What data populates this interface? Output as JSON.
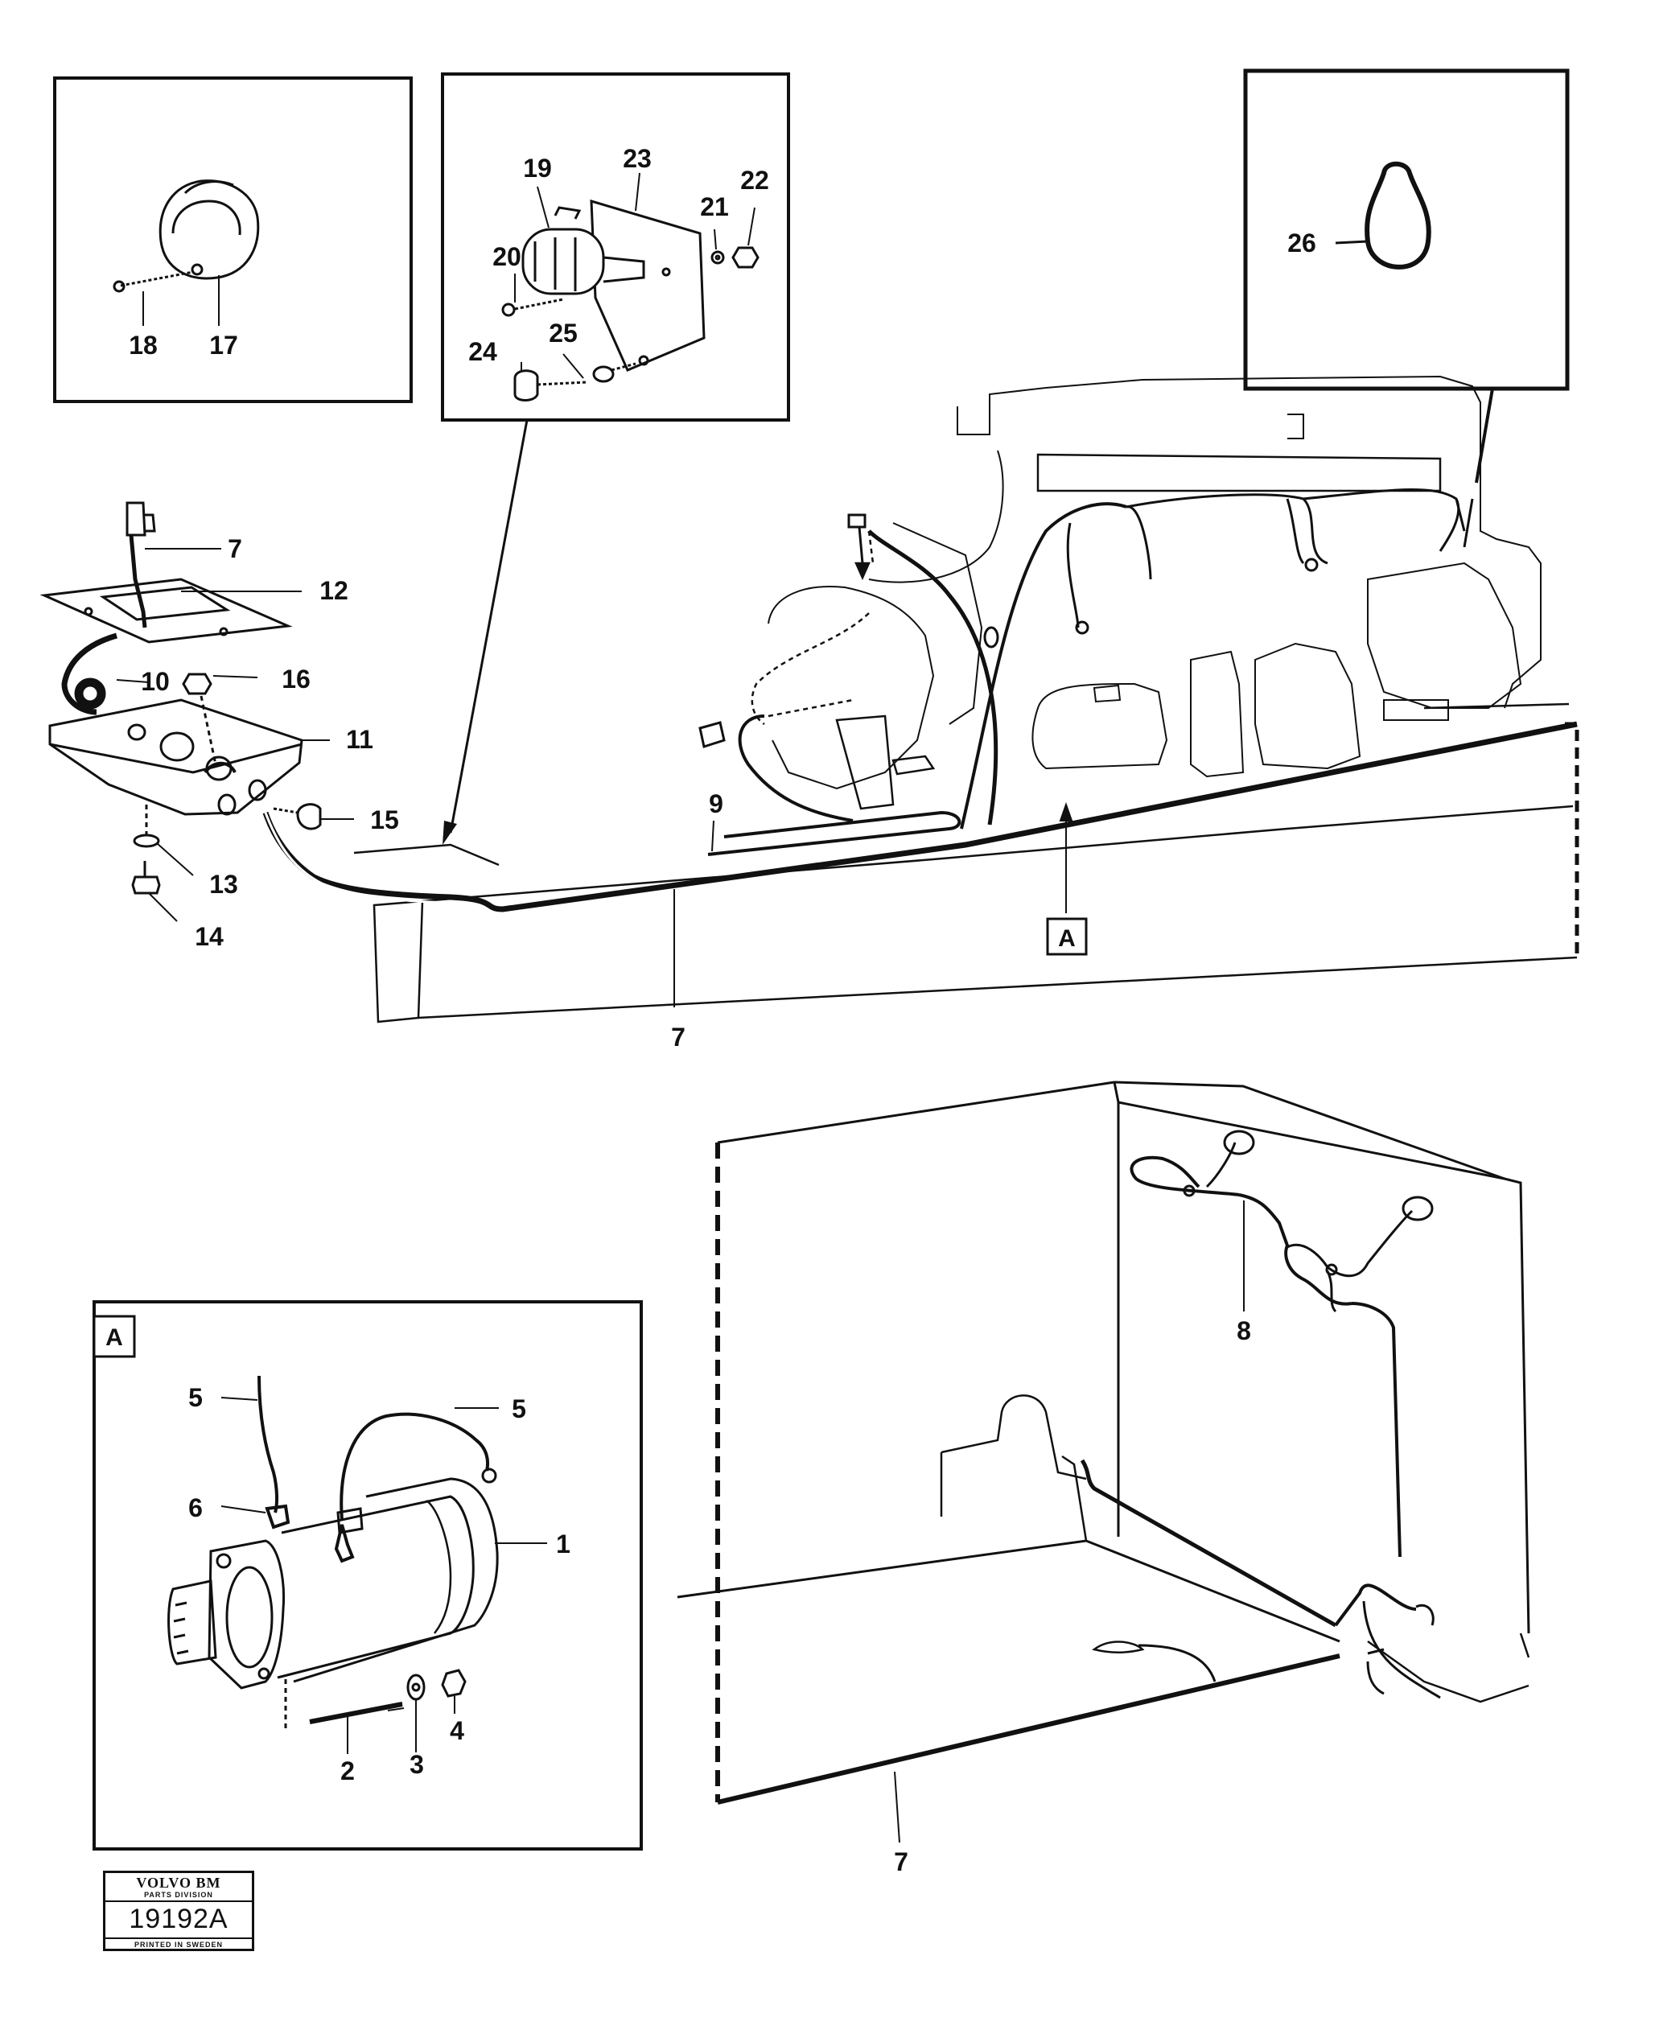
{
  "callouts": {
    "c1": "1",
    "c2": "2",
    "c3": "3",
    "c4": "4",
    "c5a": "5",
    "c5b": "5",
    "c6": "6",
    "c7a": "7",
    "c7b": "7",
    "c7c": "7",
    "c8": "8",
    "c9": "9",
    "c10": "10",
    "c11": "11",
    "c12": "12",
    "c13": "13",
    "c14": "14",
    "c15": "15",
    "c16": "16",
    "c17": "17",
    "c18": "18",
    "c19": "19",
    "c20": "20",
    "c21": "21",
    "c22": "22",
    "c23": "23",
    "c24": "24",
    "c25": "25",
    "c26": "26"
  },
  "detail_refs": {
    "main_view": "A",
    "inset_box": "A"
  },
  "stamp": {
    "brand": "VOLVO BM",
    "division": "PARTS DIVISION",
    "number": "19192A",
    "printed": "PRINTED IN SWEDEN"
  }
}
